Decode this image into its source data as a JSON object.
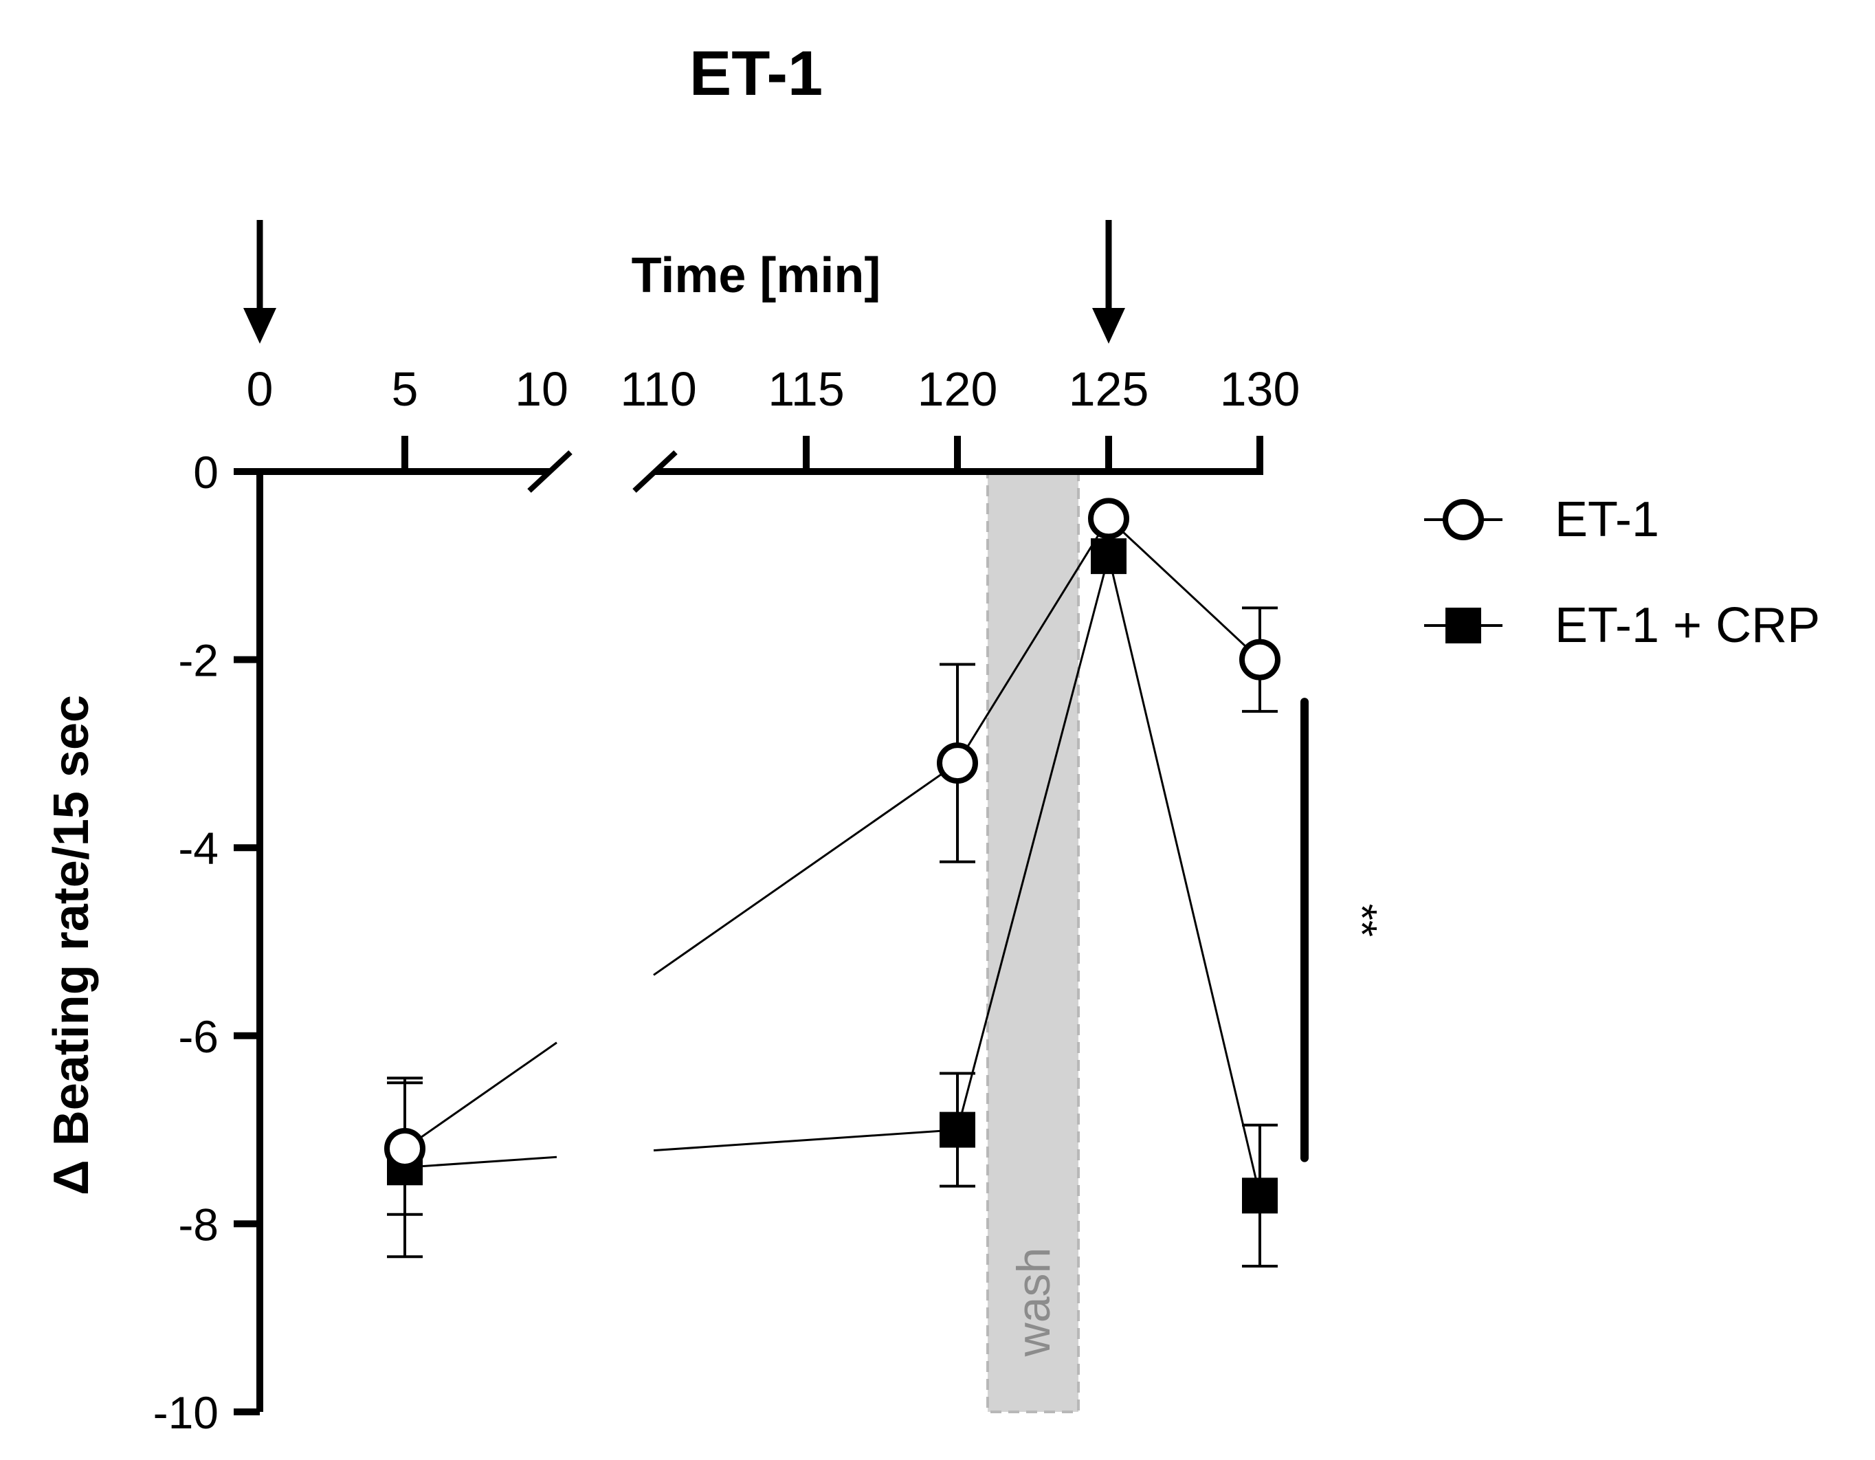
{
  "chart_data": {
    "type": "line",
    "title": "ET-1",
    "xlabel": "Time [min]",
    "ylabel": "Δ Beating rate/15 sec",
    "x_axis_position": "top",
    "x_axis_break": true,
    "x_segments": [
      {
        "ticks": [
          0,
          5,
          10
        ]
      },
      {
        "ticks": [
          110,
          115,
          120,
          125,
          130
        ]
      }
    ],
    "ylim": [
      -10,
      0
    ],
    "yticks": [
      0,
      -2,
      -4,
      -6,
      -8,
      -10
    ],
    "arrows_at": [
      0,
      125
    ],
    "shaded_region": {
      "label": "wash",
      "from": 121,
      "to": 124,
      "color": "#d3d3d3"
    },
    "series": [
      {
        "name": "ET-1",
        "marker": "open-circle",
        "x": [
          5,
          120,
          125,
          130
        ],
        "values": [
          -7.2,
          -3.1,
          -0.5,
          -2.0
        ],
        "error": [
          0.7,
          1.05,
          0.0,
          0.55
        ]
      },
      {
        "name": "ET-1 + CRP",
        "marker": "filled-square",
        "x": [
          5,
          120,
          125,
          130
        ],
        "values": [
          -7.4,
          -7.0,
          -0.9,
          -7.7
        ],
        "error": [
          0.95,
          0.6,
          0.0,
          0.75
        ]
      }
    ],
    "significance": {
      "label": "**",
      "y_from": -2.45,
      "y_to": -7.3
    },
    "legend_position": "right",
    "grid": false,
    "colors": {
      "line": "#000000",
      "marker_edge": "#000000",
      "marker_fill_open": "#ffffff",
      "wash_text": "#8c8c8c"
    }
  }
}
